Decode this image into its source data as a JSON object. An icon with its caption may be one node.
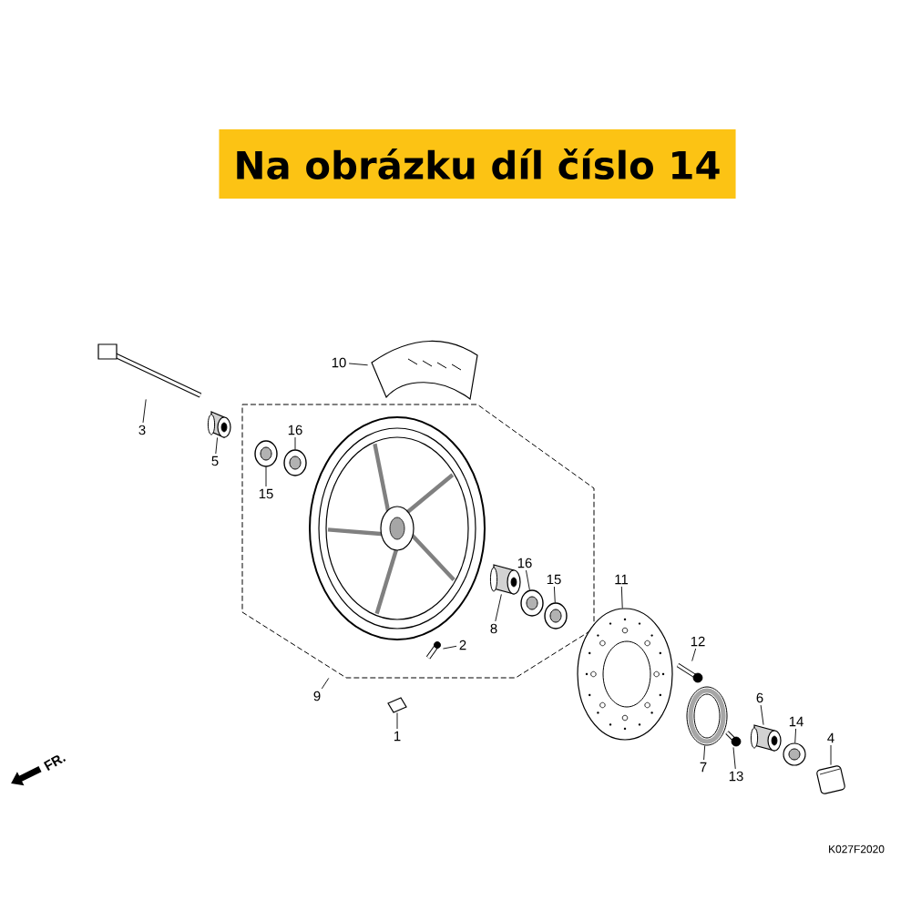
{
  "diagram": {
    "title": "Na obrázku díl číslo 14",
    "nodes": [
      {
        "text": [],
        "shape": "box"
      },
      {
        "text": [
          "10"
        ]
      },
      {
        "text": [],
        "shape": "picture"
      },
      {
        "text": [
          "3"
        ]
      },
      {
        "text": [],
        "shape": "picture"
      },
      {
        "text": [
          "5"
        ]
      },
      {
        "text": [],
        "shape": "cylinder"
      },
      {
        "text": [
          "16"
        ],
        "in": 0
      },
      {
        "text": [],
        "shape": "picture",
        "in": 0
      },
      {
        "text": [
          "15"
        ],
        "in": 0
      },
      {
        "text": [],
        "shape": "picture",
        "in": 0
      },
      {
        "text": [],
        "shape": "picture",
        "in": 0
      },
      {
        "text": [
          "2"
        ],
        "in": 0
      },
      {
        "text": [],
        "shape": "picture",
        "in": 0
      },
      {
        "text": [
          "9"
        ]
      },
      {
        "text": [
          "8"
        ],
        "in": 0
      },
      {
        "text": [],
        "shape": "cylinder",
        "in": 0
      },
      {
        "text": [
          "16"
        ],
        "in": 0
      },
      {
        "text": [],
        "shape": "picture",
        "in": 0
      },
      {
        "text": [
          "15"
        ],
        "in": 0
      },
      {
        "text": [],
        "shape": "picture",
        "in": 0
      },
      {
        "text": [
          "1"
        ]
      },
      {
        "text": [],
        "shape": "picture"
      },
      {
        "text": [
          "11"
        ]
      },
      {
        "text": [],
        "shape": "picture"
      },
      {
        "text": [
          "12"
        ]
      },
      {
        "text": [],
        "shape": "picture"
      },
      {
        "text": [
          "7"
        ]
      },
      {
        "text": [],
        "shape": "picture"
      },
      {
        "text": [
          "13"
        ]
      },
      {
        "text": [],
        "shape": "picture"
      },
      {
        "text": [
          "6"
        ]
      },
      {
        "text": [],
        "shape": "cylinder"
      },
      {
        "text": [
          "14"
        ]
      },
      {
        "text": [],
        "shape": "picture"
      },
      {
        "text": [
          "4"
        ]
      },
      {
        "text": [],
        "shape": "picture"
      }
    ],
    "edges": [
      {
        "from": 1,
        "to": 2,
        "arrow": "none"
      },
      {
        "from": 3,
        "to": 4,
        "arrow": "none"
      },
      {
        "from": 5,
        "to": 6,
        "arrow": "none"
      },
      {
        "from": 7,
        "to": 8,
        "arrow": "none"
      },
      {
        "from": 9,
        "to": 10,
        "arrow": "none"
      },
      {
        "from": 12,
        "to": 13,
        "arrow": "none"
      },
      {
        "from": 14,
        "to": 0,
        "arrow": "none"
      },
      {
        "from": 15,
        "to": 16,
        "arrow": "none"
      },
      {
        "from": 17,
        "to": 18,
        "arrow": "none"
      },
      {
        "from": 19,
        "to": 20,
        "arrow": "none"
      },
      {
        "from": 21,
        "to": 22,
        "arrow": "none"
      },
      {
        "from": 23,
        "to": 24,
        "arrow": "none"
      },
      {
        "from": 25,
        "to": 26,
        "arrow": "none"
      },
      {
        "from": 27,
        "to": 28,
        "arrow": "none"
      },
      {
        "from": 29,
        "to": 30,
        "arrow": "none"
      },
      {
        "from": 31,
        "to": 32,
        "arrow": "none"
      },
      {
        "from": 33,
        "to": 34,
        "arrow": "none"
      },
      {
        "from": 35,
        "to": 36,
        "arrow": "none"
      }
    ],
    "labels": [
      "FR.",
      "K027F2020"
    ]
  }
}
